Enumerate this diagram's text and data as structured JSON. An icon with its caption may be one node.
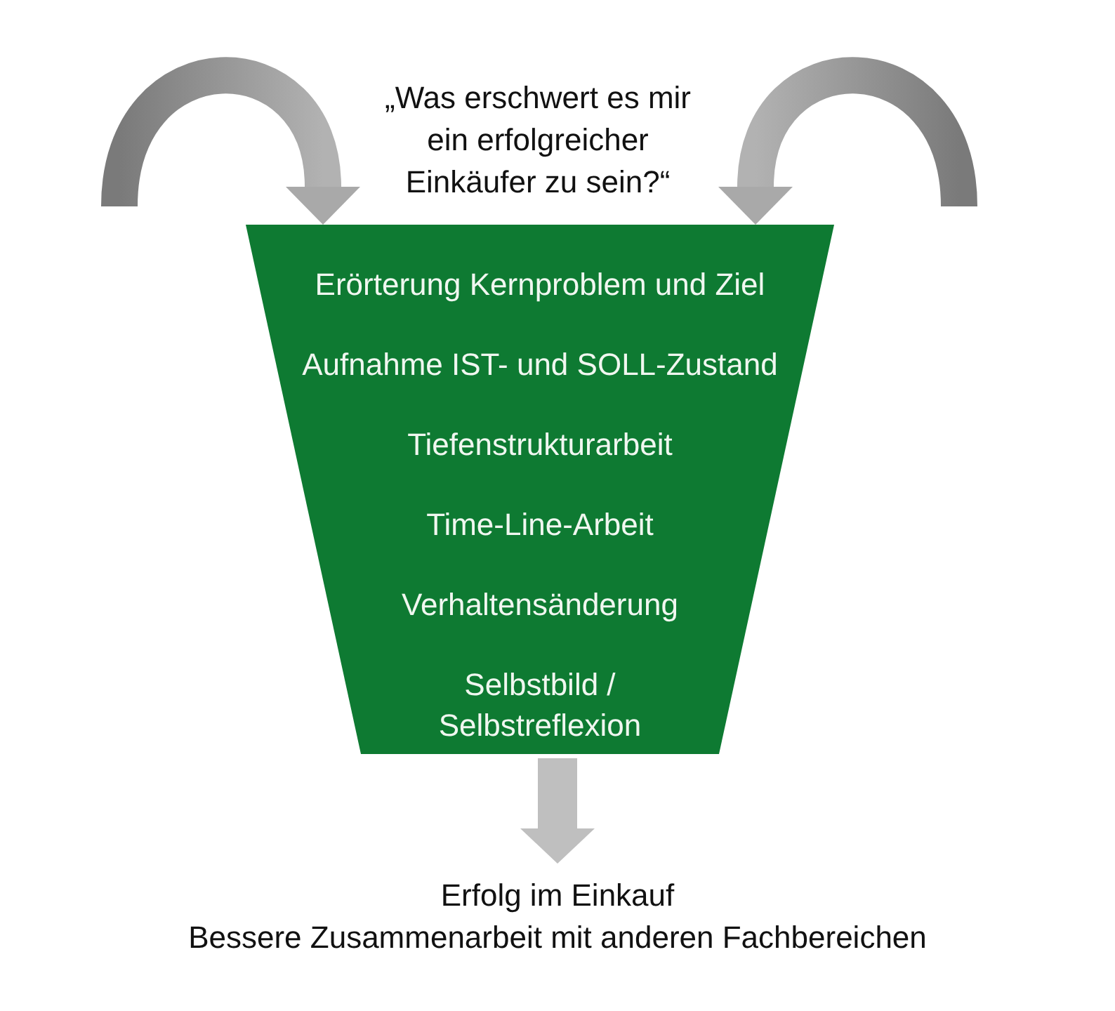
{
  "diagram": {
    "nodes": [
      {
        "text": [
          "Erörterung Kernproblem und Ziel",
          "Aufnahme IST- und SOLL-Zustand",
          "Tiefenstrukturarbeit",
          "Time-Line-Arbeit",
          "Verhaltensänderung",
          "Selbstbild / Selbstreflexion"
        ]
      },
      {
        "text": [
          "Erfolg im Einkauf",
          "Bessere Zusammenarbeit mit anderen Fachbereichen"
        ]
      }
    ],
    "edges": [
      {
        "from": null,
        "to": 0,
        "arrow": "to"
      },
      {
        "from": null,
        "to": 0,
        "arrow": "to"
      },
      {
        "from": 0,
        "to": 1,
        "arrow": "to"
      }
    ],
    "labels": [
      "„Was erschwert es mir ein erfolgreicher Einkäufer zu sein?“"
    ]
  }
}
